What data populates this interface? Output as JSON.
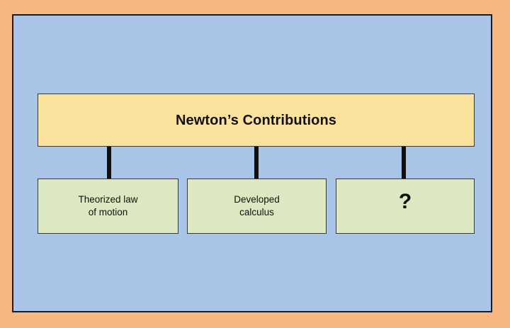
{
  "diagram": {
    "type": "hierarchy-tree",
    "background_color": "#f8b680",
    "panel_color": "#aac4e8",
    "root": {
      "label": "Newton’s Contributions",
      "fill_color": "#fbe39e",
      "border_color": "#3a3a3a"
    },
    "children": [
      {
        "label": "Theorized law\nof motion",
        "fill_color": "#dbe8c2",
        "is_placeholder": false
      },
      {
        "label": "Developed\ncalculus",
        "fill_color": "#dbe8c2",
        "is_placeholder": false
      },
      {
        "label": "?",
        "fill_color": "#dbe8c2",
        "is_placeholder": true
      }
    ],
    "connector_color": "#100f0d",
    "connector_count": 3
  }
}
